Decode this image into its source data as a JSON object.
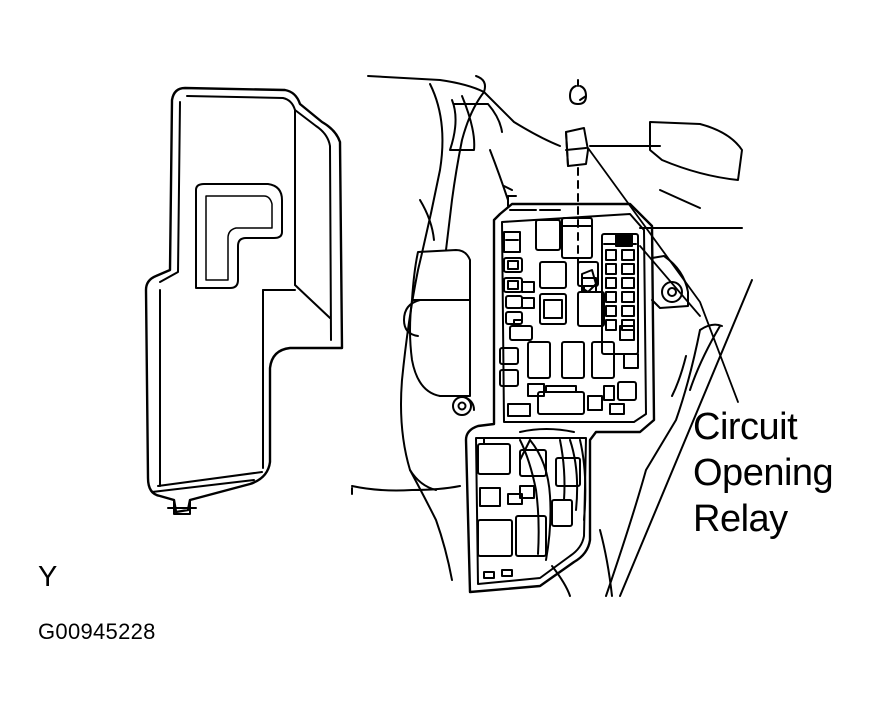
{
  "callout": {
    "line1": "Circuit",
    "line2": "Opening",
    "line3": "Relay"
  },
  "view_letter": "Y",
  "figure_id": "G00945228",
  "colors": {
    "line": "#000000",
    "background": "#ffffff"
  }
}
